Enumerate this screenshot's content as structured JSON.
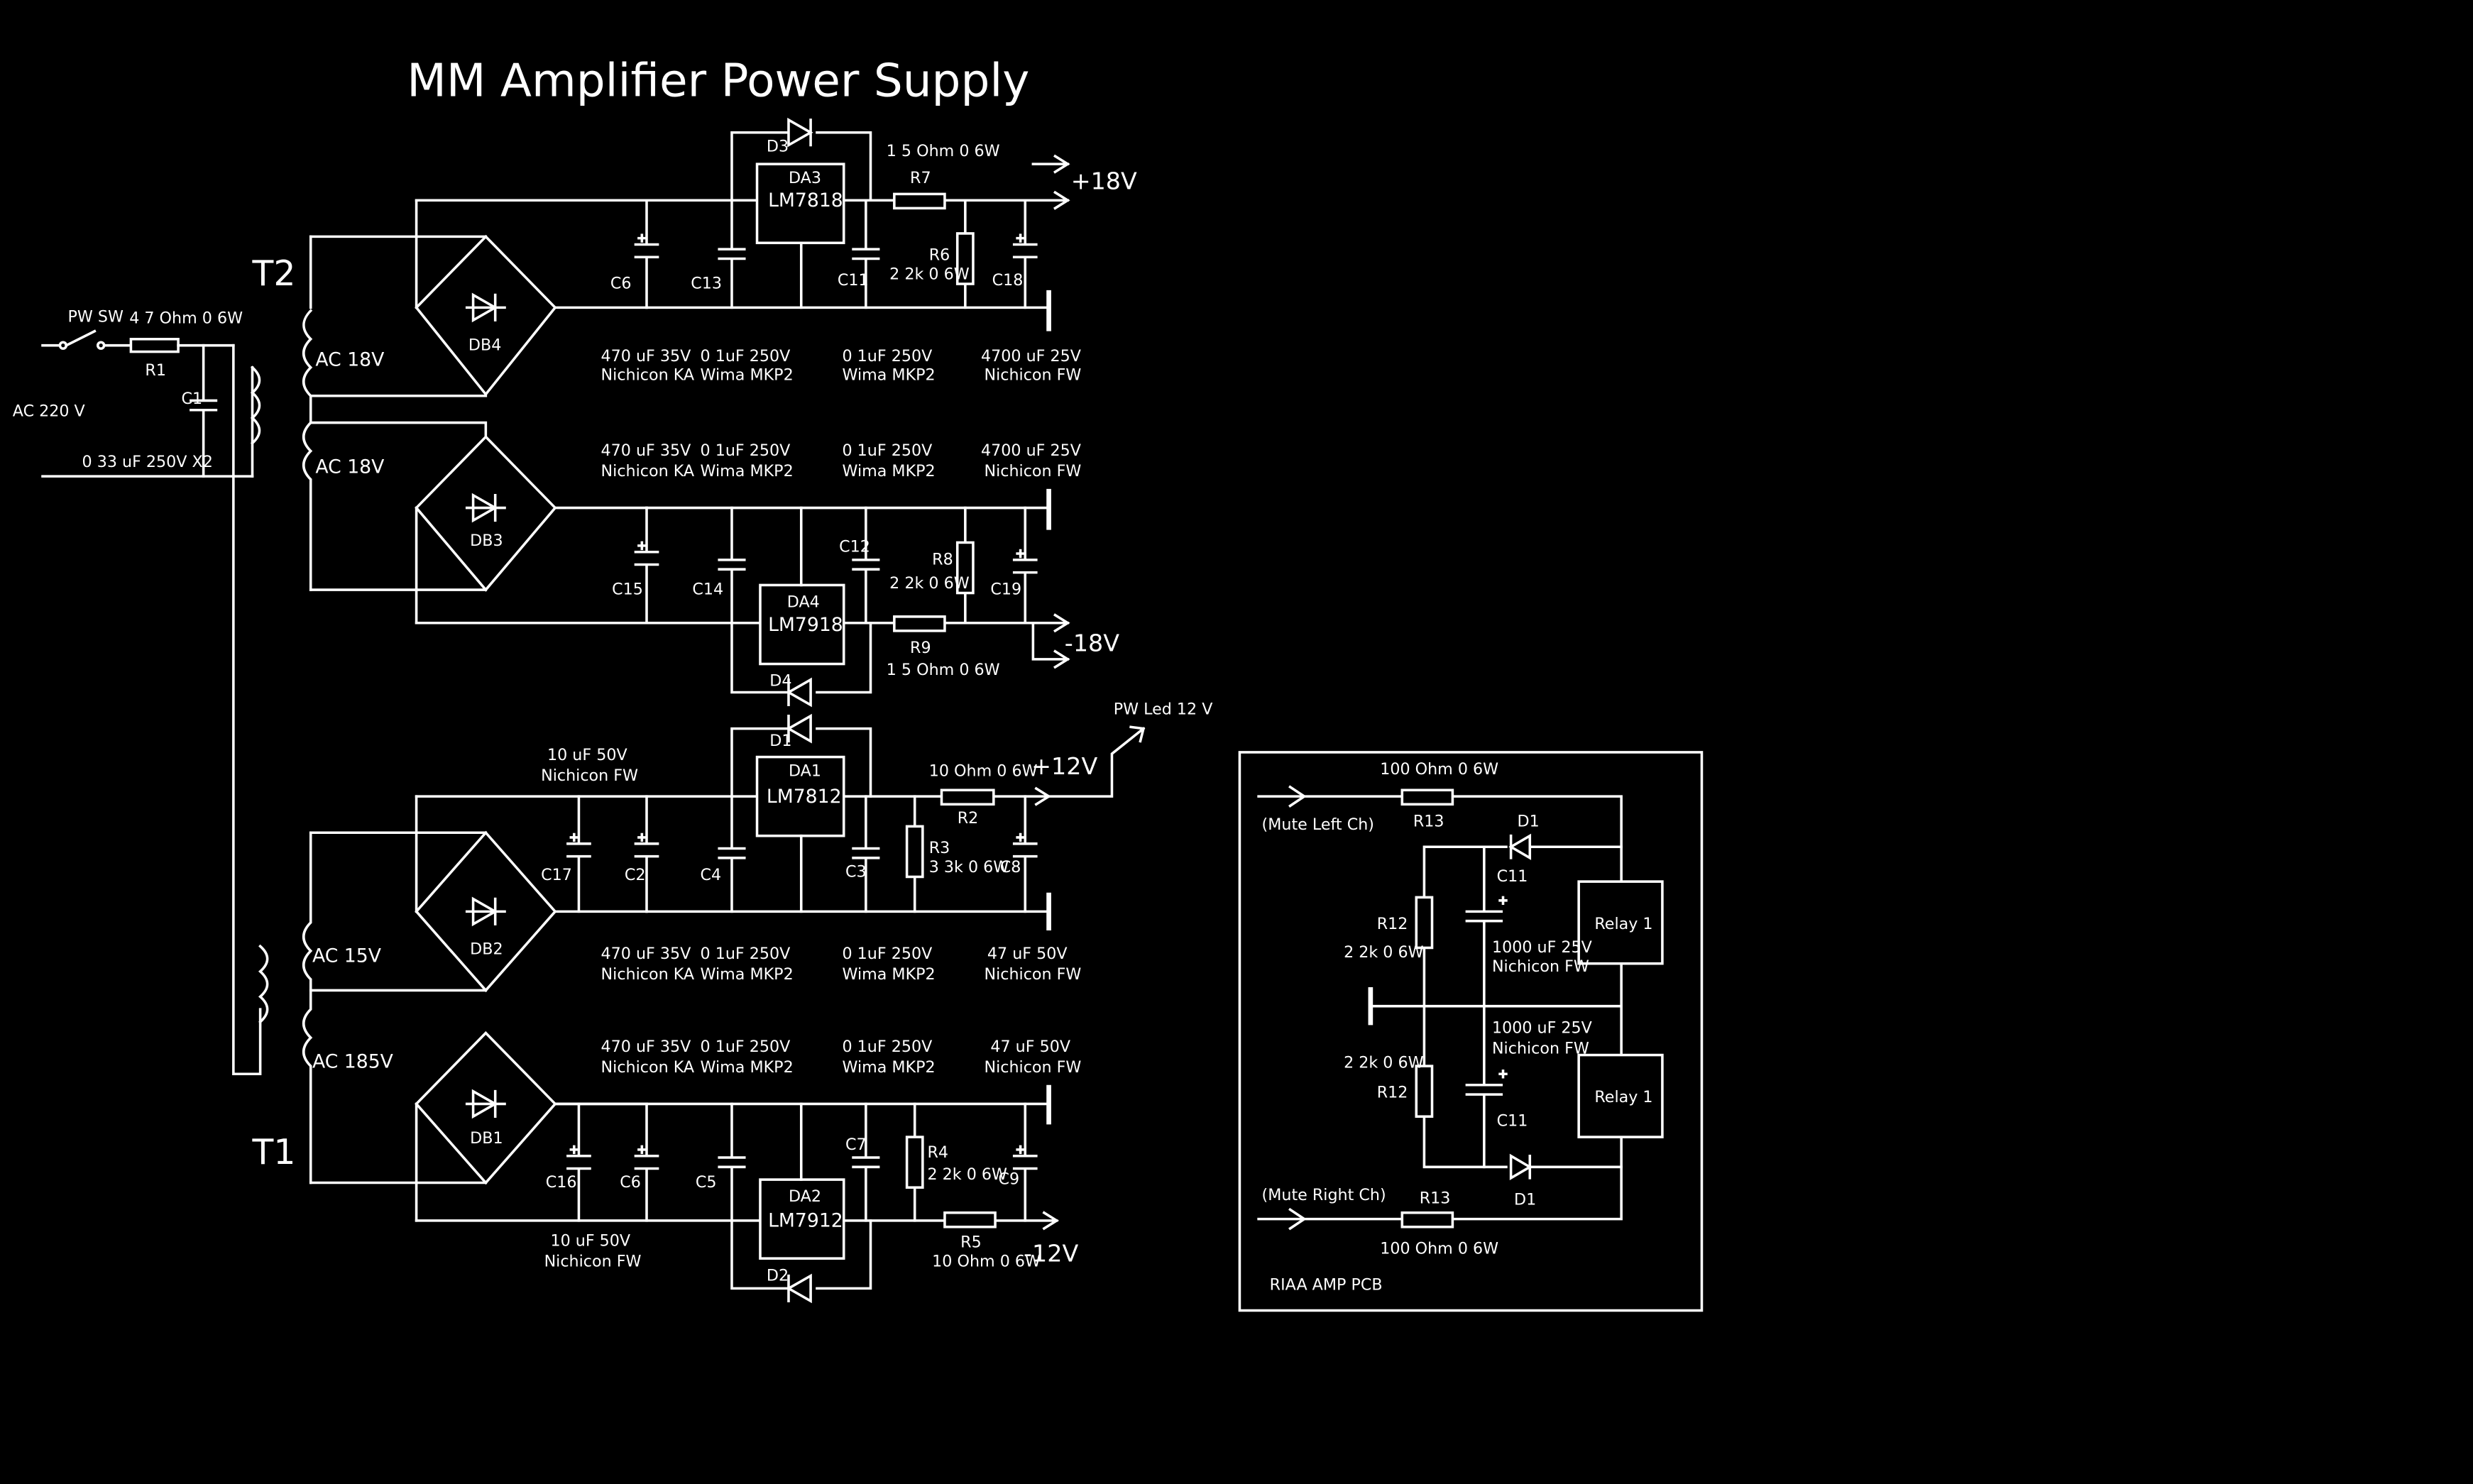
{
  "title": "MM Amplifier Power Supply",
  "input": {
    "switch": "PW SW",
    "r1": "R1",
    "r1_val": "4 7 Ohm 0 6W",
    "c1": "C1",
    "c1_val": "0 33 uF 250V X2",
    "ac": "AC 220 V"
  },
  "transformers": {
    "t2": "T2",
    "t1": "T1",
    "w1": "AC 18V",
    "w2": "AC 18V",
    "w3": "AC 15V",
    "w4": "AC 185V"
  },
  "bridges": {
    "db4": "DB4",
    "db3": "DB3",
    "db2": "DB2",
    "db1": "DB1"
  },
  "reg": {
    "da3": "DA3",
    "da3_type": "LM7818",
    "da4": "DA4",
    "da4_type": "LM7918",
    "da1": "DA1",
    "da1_type": "LM7812",
    "da2": "DA2",
    "da2_type": "LM7912"
  },
  "diodes": {
    "d3": "D3",
    "d4": "D4",
    "d1": "D1",
    "d2": "D2"
  },
  "pos18": {
    "c6": "C6",
    "c13": "C13",
    "c11": "C11",
    "c18": "C18",
    "r7": "R7",
    "r7_val": "1 5 Ohm 0 6W",
    "r6": "R6",
    "r6_val": "2 2k 0 6W",
    "out": "+18V",
    "v1a": "470 uF 35V",
    "v1b": "Nichicon KA",
    "v2a": "0 1uF 250V",
    "v2b": "Wima MKP2",
    "v3a": "0 1uF 250V",
    "v3b": "Wima MKP2",
    "v4a": "4700 uF 25V",
    "v4b": "Nichicon FW"
  },
  "neg18": {
    "c15": "C15",
    "c14": "C14",
    "c12": "C12",
    "c19": "C19",
    "r8": "R8",
    "r8_val": "2 2k 0 6W",
    "r9": "R9",
    "r9_val": "1 5 Ohm 0 6W",
    "out": "-18V",
    "v1a": "470 uF 35V",
    "v1b": "Nichicon KA",
    "v2a": "0 1uF 250V",
    "v2b": "Wima MKP2",
    "v3a": "0 1uF 250V",
    "v3b": "Wima MKP2",
    "v4a": "4700 uF 25V",
    "v4b": "Nichicon FW"
  },
  "pos12": {
    "c17": "C17",
    "c2": "C2",
    "c4": "C4",
    "c3": "C3",
    "c8": "C8",
    "r2": "R2",
    "r2_val": "10 Ohm 0 6W",
    "r3": "R3",
    "r3_val": "3 3k 0 6W",
    "out": "+12V",
    "led": "PW Led 12 V",
    "top_a": "10 uF 50V",
    "top_b": "Nichicon FW",
    "v1a": "470 uF 35V",
    "v1b": "Nichicon KA",
    "v2a": "0 1uF 250V",
    "v2b": "Wima MKP2",
    "v3a": "0 1uF 250V",
    "v3b": "Wima MKP2",
    "v4a": "47 uF 50V",
    "v4b": "Nichicon FW"
  },
  "neg12": {
    "c16": "C16",
    "c6": "C6",
    "c5": "C5",
    "c7": "C7",
    "c9": "C9",
    "r4": "R4",
    "r4_val": "2 2k 0 6W",
    "r5": "R5",
    "r5_val": "10 Ohm 0 6W",
    "out": "-12V",
    "bot_a": "10 uF 50V",
    "bot_b": "Nichicon FW",
    "v1a": "470 uF 35V",
    "v1b": "Nichicon KA",
    "v2a": "0 1uF 250V",
    "v2b": "Wima MKP2",
    "v3a": "0 1uF 250V",
    "v3b": "Wima MKP2",
    "v4a": "47 uF 50V",
    "v4b": "Nichicon FW"
  },
  "riaa": {
    "label": "RIAA AMP PCB",
    "mute_l": "(Mute Left Ch)",
    "mute_r": "(Mute Right Ch)",
    "r13_top": "R13",
    "r13_top_val": "100 Ohm 0 6W",
    "r13_bot": "R13",
    "r13_bot_val": "100 Ohm 0 6W",
    "d1_top": "D1",
    "d1_bot": "D1",
    "c11_top": "C11",
    "c11_bot": "C11",
    "c_top_a": "1000 uF 25V",
    "c_top_b": "Nichicon FW",
    "c_bot_a": "1000 uF 25V",
    "c_bot_b": "Nichicon FW",
    "r12_top": "R12",
    "r12_top_val": "2 2k 0 6W",
    "r12_bot": "R12",
    "r12_bot_val": "2 2k 0 6W",
    "relay1": "Relay 1",
    "relay2": "Relay 1"
  }
}
